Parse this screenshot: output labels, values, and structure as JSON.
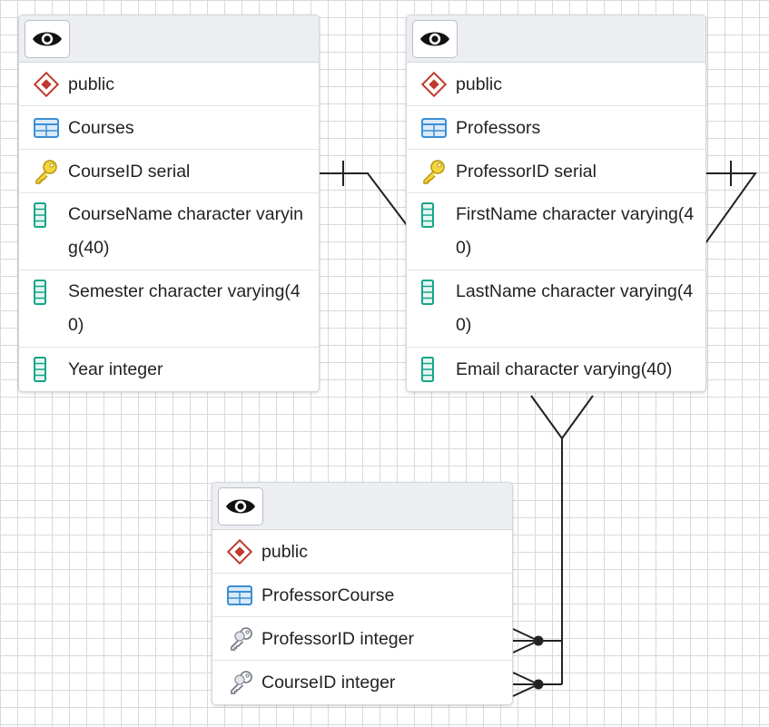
{
  "tables": [
    {
      "id": "courses",
      "schema": "public",
      "name": "Courses",
      "columns": [
        {
          "text": "CourseID serial",
          "icon": "primary-key-icon"
        },
        {
          "text": "CourseName character varying(40)",
          "icon": "column-icon"
        },
        {
          "text": "Semester character varying(40)",
          "icon": "column-icon"
        },
        {
          "text": "Year integer",
          "icon": "column-icon"
        }
      ]
    },
    {
      "id": "professors",
      "schema": "public",
      "name": "Professors",
      "columns": [
        {
          "text": "ProfessorID serial",
          "icon": "primary-key-icon"
        },
        {
          "text": "FirstName character varying(40)",
          "icon": "column-icon"
        },
        {
          "text": "LastName character varying(40)",
          "icon": "column-icon"
        },
        {
          "text": "Email character varying(40)",
          "icon": "column-icon"
        }
      ]
    },
    {
      "id": "professorcourse",
      "schema": "public",
      "name": "ProfessorCourse",
      "columns": [
        {
          "text": "ProfessorID integer",
          "icon": "foreign-key-icon"
        },
        {
          "text": "CourseID integer",
          "icon": "foreign-key-icon"
        }
      ]
    }
  ],
  "relationships": [
    {
      "from": "Courses.CourseID",
      "to": "ProfessorCourse.CourseID",
      "cardinality": "one-to-many"
    },
    {
      "from": "Professors.ProfessorID",
      "to": "ProfessorCourse.ProfessorID",
      "cardinality": "one-to-many"
    }
  ],
  "colors": {
    "grid": "#d9d9d9",
    "header_bg": "#eceef2",
    "schema_icon": "#c0392b",
    "table_icon": "#3a8fd6",
    "primary_key_icon": "#e8c32a",
    "column_icon": "#17a589",
    "foreign_key_icon": "#8a8f99",
    "link": "#222222"
  }
}
